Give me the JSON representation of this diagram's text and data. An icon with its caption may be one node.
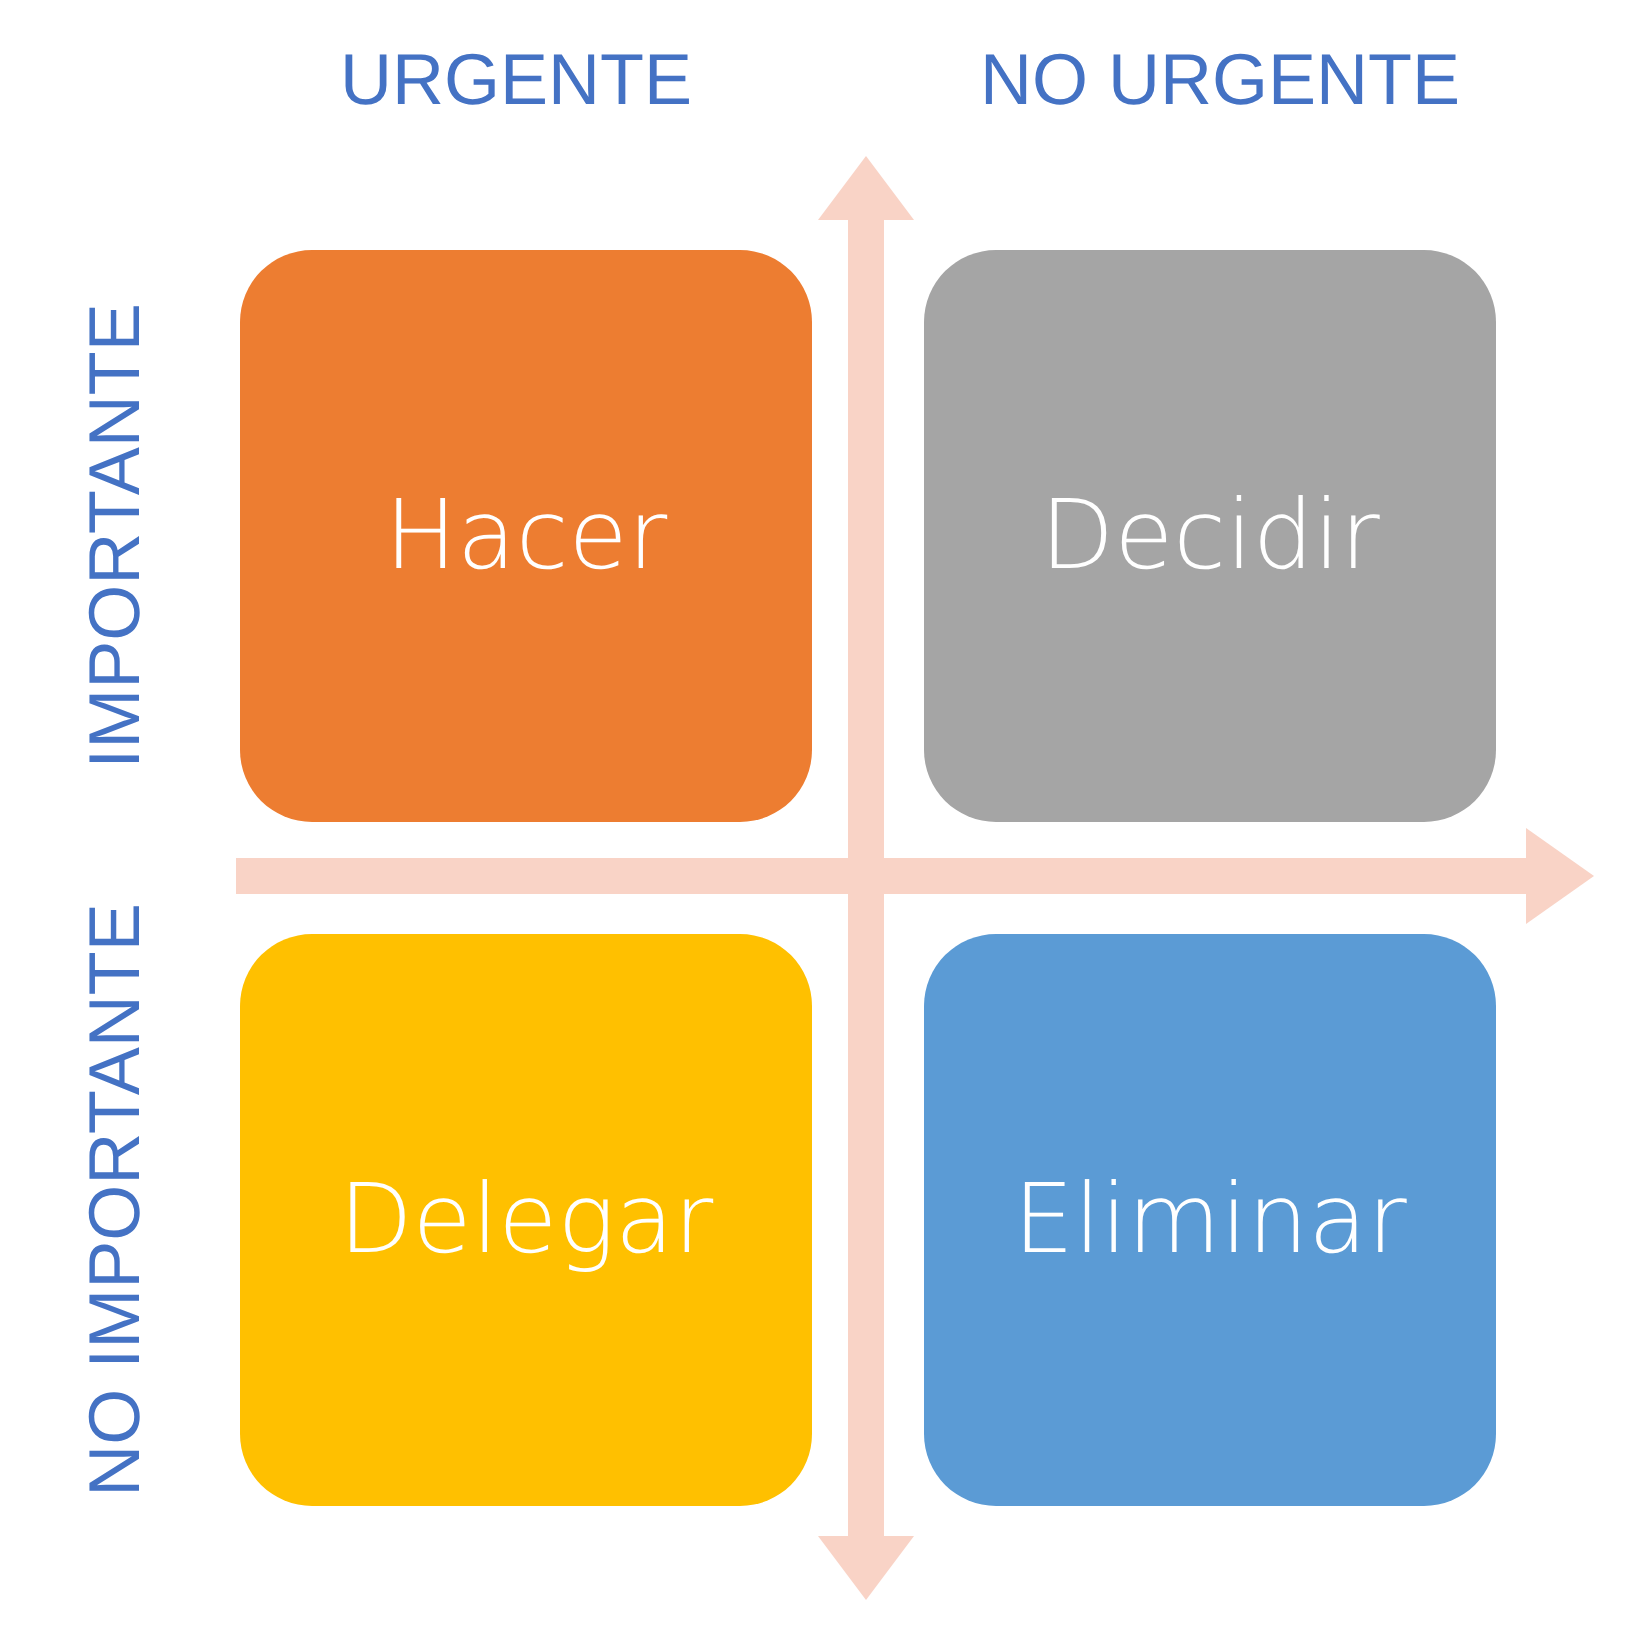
{
  "diagram": {
    "nodes": [
      {
        "text": [
          "Hacer"
        ]
      },
      {
        "text": [
          "Decidir"
        ]
      },
      {
        "text": [
          "Delegar"
        ]
      },
      {
        "text": [
          "Eliminar"
        ]
      }
    ],
    "labels": [
      "URGENTE",
      "NO URGENTE",
      "IMPORTANTE",
      "NO IMPORTANTE"
    ]
  }
}
